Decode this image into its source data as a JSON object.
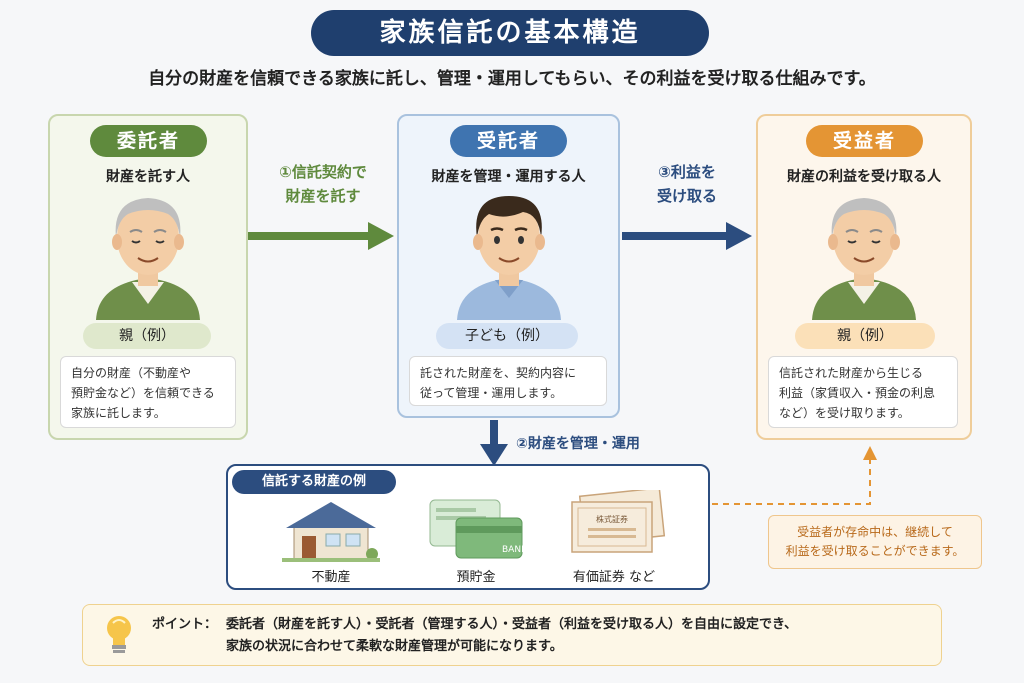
{
  "title": "家族信託の基本構造",
  "subtitle": "自分の財産を信頼できる家族に託し、管理・運用してもらい、その利益を受け取る仕組みです。",
  "colors": {
    "navy": "#1f3f6e",
    "green": "#5f8a3d",
    "blue": "#3f74b0",
    "orange": "#e49534"
  },
  "settlor": {
    "role": "委託者",
    "desc": "財産を託す人",
    "example": "親（例）",
    "note": [
      "自分の財産（不動産や",
      "預貯金など）を信頼できる",
      "家族に託します。"
    ]
  },
  "trustee": {
    "role": "受託者",
    "desc": "財産を管理・運用する人",
    "example": "子ども（例）",
    "note": [
      "託された財産を、契約内容に",
      "従って管理・運用します。"
    ]
  },
  "beneficiary": {
    "role": "受益者",
    "desc": "財産の利益を受け取る人",
    "example": "親（例）",
    "note": [
      "信託された財産から生じる",
      "利益（家賃収入・預金の利息",
      "など）を受け取ります。"
    ]
  },
  "arrows": {
    "step1": [
      "①信託契約で",
      "財産を託す"
    ],
    "step2": "②財産を管理・運用",
    "step3": [
      "③利益を",
      "受け取る"
    ]
  },
  "assets": {
    "title": "信託する財産の例",
    "items": [
      "不動産",
      "預貯金",
      "有価証券 など"
    ],
    "card_text": "BANK",
    "certificate_text": "株式証券"
  },
  "beneficiary_note": [
    "受益者が存命中は、継続して",
    "利益を受け取ることができます。"
  ],
  "point": {
    "label": "ポイント：",
    "lines": [
      "委託者（財産を託す人）・受託者（管理する人）・受益者（利益を受け取る人）を自由に設定でき、",
      "家族の状況に合わせて柔軟な財産管理が可能になります。"
    ]
  }
}
